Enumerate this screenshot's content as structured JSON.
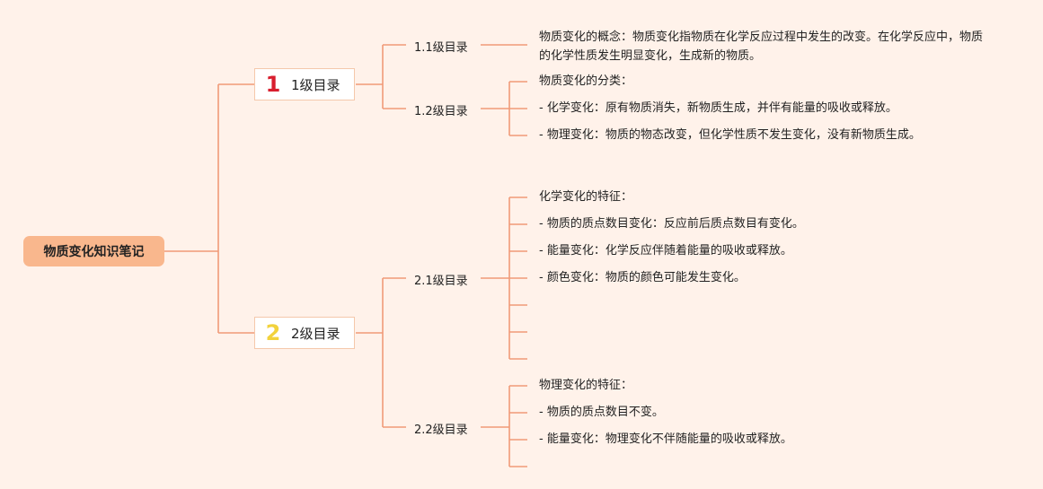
{
  "root": {
    "title": "物质变化知识笔记"
  },
  "sections": [
    {
      "number": "1",
      "number_color": "#d81e2e",
      "label": "1级目录",
      "subsections": [
        {
          "label": "1.1级目录",
          "items": [
            "物质变化的概念：物质变化指物质在化学反应过程中发生的改变。在化学反应中，物质的化学性质发生明显变化，生成新的物质。"
          ]
        },
        {
          "label": "1.2级目录",
          "items": [
            "物质变化的分类：",
            "- 化学变化：原有物质消失，新物质生成，并伴有能量的吸收或释放。",
            "- 物理变化：物质的物态改变，但化学性质不发生变化，没有新物质生成。"
          ]
        }
      ]
    },
    {
      "number": "2",
      "number_color": "#f2d23c",
      "label": "2级目录",
      "subsections": [
        {
          "label": "2.1级目录",
          "items": [
            "化学变化的特征：",
            "- 物质的质点数目变化：反应前后质点数目有变化。",
            "- 能量变化：化学反应伴随着能量的吸收或释放。",
            "- 颜色变化：物质的颜色可能发生变化。",
            "",
            "",
            ""
          ]
        },
        {
          "label": "2.2级目录",
          "items": [
            "物理变化的特征：",
            "- 物质的质点数目不变。",
            "- 能量变化：物理变化不伴随能量的吸收或释放。",
            ""
          ]
        }
      ]
    }
  ],
  "colors": {
    "line": "#f09a78",
    "root_bg": "#f9b78d",
    "background": "#fff2ea"
  }
}
